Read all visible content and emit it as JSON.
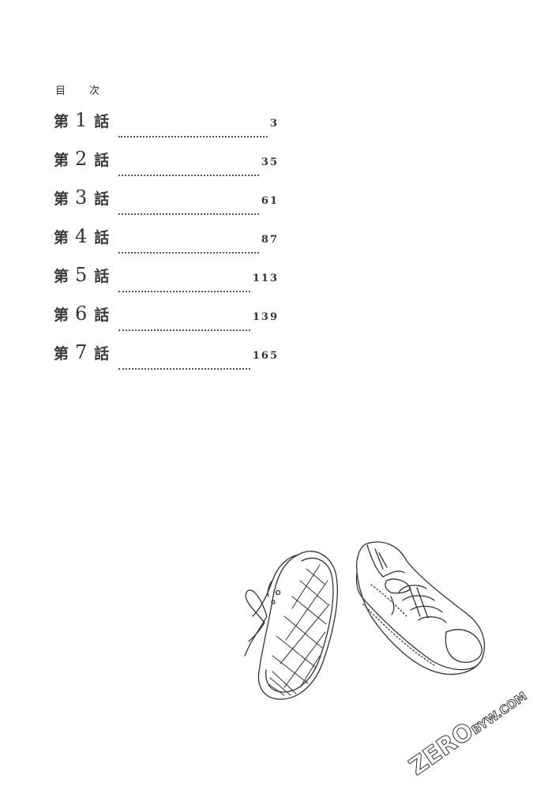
{
  "toc": {
    "heading": [
      "目",
      "次"
    ],
    "entries": [
      {
        "prefix": "第",
        "number": "1",
        "suffix": "話",
        "page": "3"
      },
      {
        "prefix": "第",
        "number": "2",
        "suffix": "話",
        "page": "35"
      },
      {
        "prefix": "第",
        "number": "3",
        "suffix": "話",
        "page": "61"
      },
      {
        "prefix": "第",
        "number": "4",
        "suffix": "話",
        "page": "87"
      },
      {
        "prefix": "第",
        "number": "5",
        "suffix": "話",
        "page": "113"
      },
      {
        "prefix": "第",
        "number": "6",
        "suffix": "話",
        "page": "139"
      },
      {
        "prefix": "第",
        "number": "7",
        "suffix": "話",
        "page": "165"
      }
    ]
  },
  "illustration": {
    "subject": "pair of canvas sneakers line drawing"
  },
  "watermark": {
    "big": "ZERO",
    "small": "BYW.COM"
  }
}
